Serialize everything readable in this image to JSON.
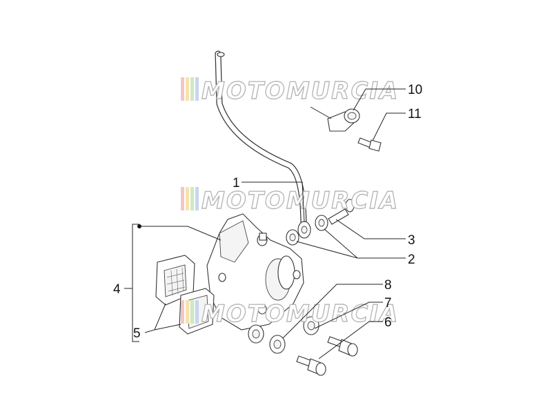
{
  "callouts": [
    {
      "id": "1",
      "label": "1"
    },
    {
      "id": "2",
      "label": "2"
    },
    {
      "id": "3",
      "label": "3"
    },
    {
      "id": "4",
      "label": "4"
    },
    {
      "id": "5",
      "label": "5"
    },
    {
      "id": "6",
      "label": "6"
    },
    {
      "id": "7",
      "label": "7"
    },
    {
      "id": "8",
      "label": "8"
    },
    {
      "id": "10",
      "label": "10"
    },
    {
      "id": "11",
      "label": "11"
    }
  ],
  "watermark": {
    "text": "MOTOMURCIA",
    "stripe_colors": [
      "#f2c6c6",
      "#f5e3a8",
      "#cfe8c4",
      "#c8d6ee"
    ]
  }
}
